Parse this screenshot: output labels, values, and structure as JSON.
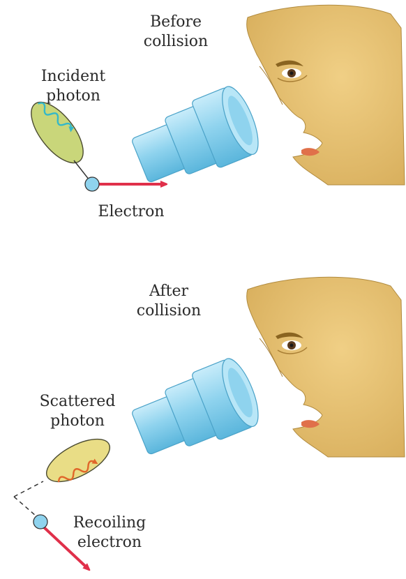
{
  "top_panel": {
    "title_line1": "Before",
    "title_line2": "collision",
    "photon_line1": "Incident",
    "photon_line2": "photon",
    "electron_label": "Electron"
  },
  "bottom_panel": {
    "title_line1": "After",
    "title_line2": "collision",
    "photon_line1": "Scattered",
    "photon_line2": "photon",
    "electron_line1": "Recoiling",
    "electron_line2": "electron"
  },
  "colors": {
    "skin": "#e8c275",
    "skin_shadow": "#c9a050",
    "microscope": "#8fd3ee",
    "microscope_dark": "#5bb6dc",
    "arrow": "#e0304a",
    "electron": "#8fd3ee",
    "incident_oval": "#c9d67a",
    "incident_wave": "#34b8c9",
    "scattered_oval": "#e9dd86",
    "scattered_wave": "#e0662a"
  },
  "icons": [
    "face",
    "microscope",
    "electron",
    "photon-wave",
    "momentum-arrow"
  ]
}
